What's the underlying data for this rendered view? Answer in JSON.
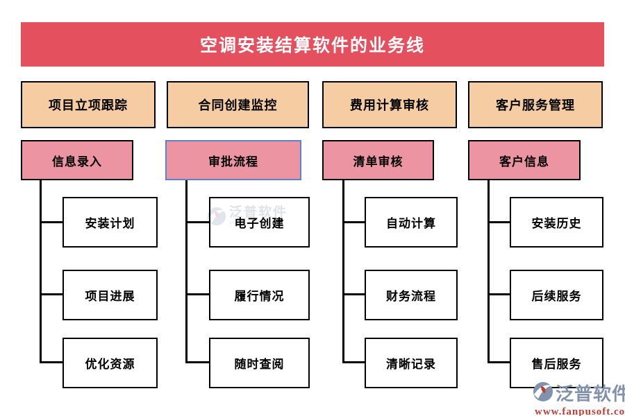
{
  "title": "空调安装结算软件的业务线",
  "colors": {
    "banner_bg": "#e5505f",
    "header_bg": "#f6cda2",
    "sub_bg": "#ec94a1",
    "selection_border": "#5b81c8",
    "node_border": "#000000",
    "leaf_bg": "#ffffff",
    "logo_text": "#8292ab",
    "logo_url": "#c43a30"
  },
  "columns": [
    {
      "header": "项目立项跟踪",
      "sub": "信息录入",
      "selected": false,
      "leaves": [
        "安装计划",
        "项目进展",
        "优化资源"
      ]
    },
    {
      "header": "合同创建监控",
      "sub": "审批流程",
      "selected": true,
      "leaves": [
        "电子创建",
        "履行情况",
        "随时查阅"
      ]
    },
    {
      "header": "费用计算审核",
      "sub": "清单审核",
      "selected": false,
      "leaves": [
        "自动计算",
        "财务流程",
        "清晰记录"
      ]
    },
    {
      "header": "客户服务管理",
      "sub": "客户信息",
      "selected": false,
      "leaves": [
        "安装历史",
        "后续服务",
        "售后服务"
      ]
    }
  ],
  "watermark": {
    "name": "泛普软件",
    "url": "www.fanpusoft.com"
  },
  "logo": {
    "name": "泛普软件",
    "url": "www.fanpusoft.com"
  }
}
